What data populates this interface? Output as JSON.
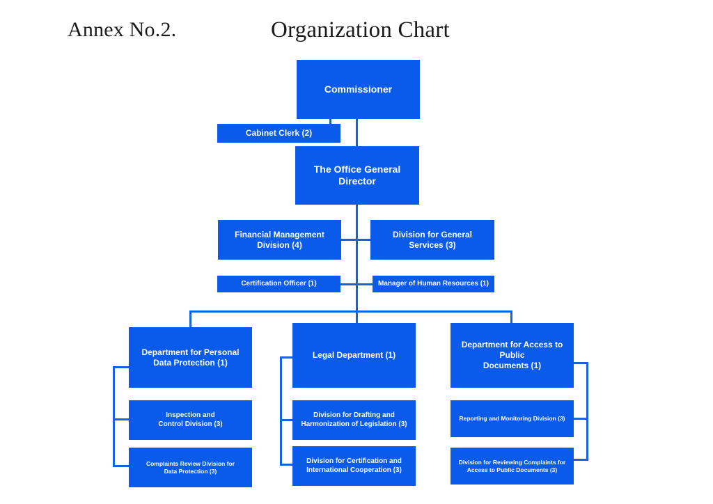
{
  "page": {
    "annex_label": "Annex No.2.",
    "title": "Organization Chart",
    "accent_color": "#0A5BEA",
    "line_color": "#1565D8",
    "background_color": "#FFFFFF",
    "text_color": "#FFFFFF"
  },
  "chart_data": {
    "type": "diagram",
    "title": "Organization Chart",
    "subtitle": "Annex No.2.",
    "nodes": [
      {
        "id": "commissioner",
        "label": "Commissioner",
        "staff": null,
        "level": 0
      },
      {
        "id": "cabinet-clerk",
        "label": "Cabinet Clerk (2)",
        "staff": 2,
        "level": 1
      },
      {
        "id": "office-general-dir",
        "label": "The Office General Director",
        "staff": null,
        "level": 1
      },
      {
        "id": "financial-mgmt",
        "label": "Financial Management Division (4)",
        "staff": 4,
        "level": 2
      },
      {
        "id": "general-services",
        "label": "Division for General Services (3)",
        "staff": 3,
        "level": 2
      },
      {
        "id": "certification-off",
        "label": "Certification Officer (1)",
        "staff": 1,
        "level": 3
      },
      {
        "id": "hr-manager",
        "label": "Manager of Human Resources (1)",
        "staff": 1,
        "level": 3
      },
      {
        "id": "dept-data-prot",
        "label": "Department for Personal Data Protection (1)",
        "staff": 1,
        "level": 4
      },
      {
        "id": "legal-dept",
        "label": "Legal Department (1)",
        "staff": 1,
        "level": 4
      },
      {
        "id": "dept-access-docs",
        "label": "Department for Access to Public Documents (1)",
        "staff": 1,
        "level": 4
      },
      {
        "id": "inspection-control",
        "label": "Inspection and Control Division (3)",
        "staff": 3,
        "level": 5
      },
      {
        "id": "complaints-data",
        "label": "Complaints Review Division for Data Protection (3)",
        "staff": 3,
        "level": 5
      },
      {
        "id": "drafting-harmon",
        "label": "Division for Drafting and Harmonization of Legislation (3)",
        "staff": 3,
        "level": 5
      },
      {
        "id": "cert-intl-coop",
        "label": "Division for Certification and International Cooperation (3)",
        "staff": 3,
        "level": 5
      },
      {
        "id": "reporting-monitor",
        "label": "Reporting and Monitoring Division (3)",
        "staff": 3,
        "level": 5
      },
      {
        "id": "review-complaints",
        "label": "Division for Reviewing Complaints for Access to Public Documents (3)",
        "staff": 3,
        "level": 5
      }
    ],
    "node_labels": {
      "commissioner": {
        "line1": "Commissioner"
      },
      "cabinet_clerk": {
        "line1": "Cabinet Clerk (2)"
      },
      "office_general_dir": {
        "line1": "The Office General",
        "line2": "Director"
      },
      "financial_mgmt": {
        "line1": "Financial Management",
        "line2": "Division (4)"
      },
      "general_services": {
        "line1": "Division for General",
        "line2": "Services (3)"
      },
      "certification_off": {
        "line1": "Certification Officer (1)"
      },
      "hr_manager": {
        "line1": "Manager of Human Resources (1)"
      },
      "dept_data_prot": {
        "line1": "Department for Personal",
        "line2": "Data Protection (1)"
      },
      "legal_dept": {
        "line1": "Legal Department (1)"
      },
      "dept_access_docs": {
        "line1": "Department for Access to Public",
        "line2": "Documents (1)"
      },
      "inspection_control": {
        "line1": "Inspection and",
        "line2": "Control Division (3)"
      },
      "complaints_data": {
        "line1": "Complaints Review Division for",
        "line2": "Data Protection (3)"
      },
      "drafting_harmon": {
        "line1": "Division for Drafting and",
        "line2": "Harmonization of Legislation (3)"
      },
      "cert_intl_coop": {
        "line1": "Division for Certification and",
        "line2": "International Cooperation (3)"
      },
      "reporting_monitor": {
        "line1": "Reporting and Monitoring Division (3)"
      },
      "review_complaints": {
        "line1": "Division for Reviewing Complaints for",
        "line2": "Access to Public Documents (3)"
      }
    },
    "edges": [
      {
        "from": "commissioner",
        "to": "cabinet-clerk"
      },
      {
        "from": "commissioner",
        "to": "office-general-dir"
      },
      {
        "from": "office-general-dir",
        "to": "financial-mgmt"
      },
      {
        "from": "office-general-dir",
        "to": "general-services"
      },
      {
        "from": "office-general-dir",
        "to": "certification-off"
      },
      {
        "from": "office-general-dir",
        "to": "hr-manager"
      },
      {
        "from": "office-general-dir",
        "to": "dept-data-prot"
      },
      {
        "from": "office-general-dir",
        "to": "legal-dept"
      },
      {
        "from": "office-general-dir",
        "to": "dept-access-docs"
      },
      {
        "from": "dept-data-prot",
        "to": "inspection-control"
      },
      {
        "from": "dept-data-prot",
        "to": "complaints-data"
      },
      {
        "from": "legal-dept",
        "to": "drafting-harmon"
      },
      {
        "from": "legal-dept",
        "to": "cert-intl-coop"
      },
      {
        "from": "dept-access-docs",
        "to": "reporting-monitor"
      },
      {
        "from": "dept-access-docs",
        "to": "review-complaints"
      }
    ]
  }
}
